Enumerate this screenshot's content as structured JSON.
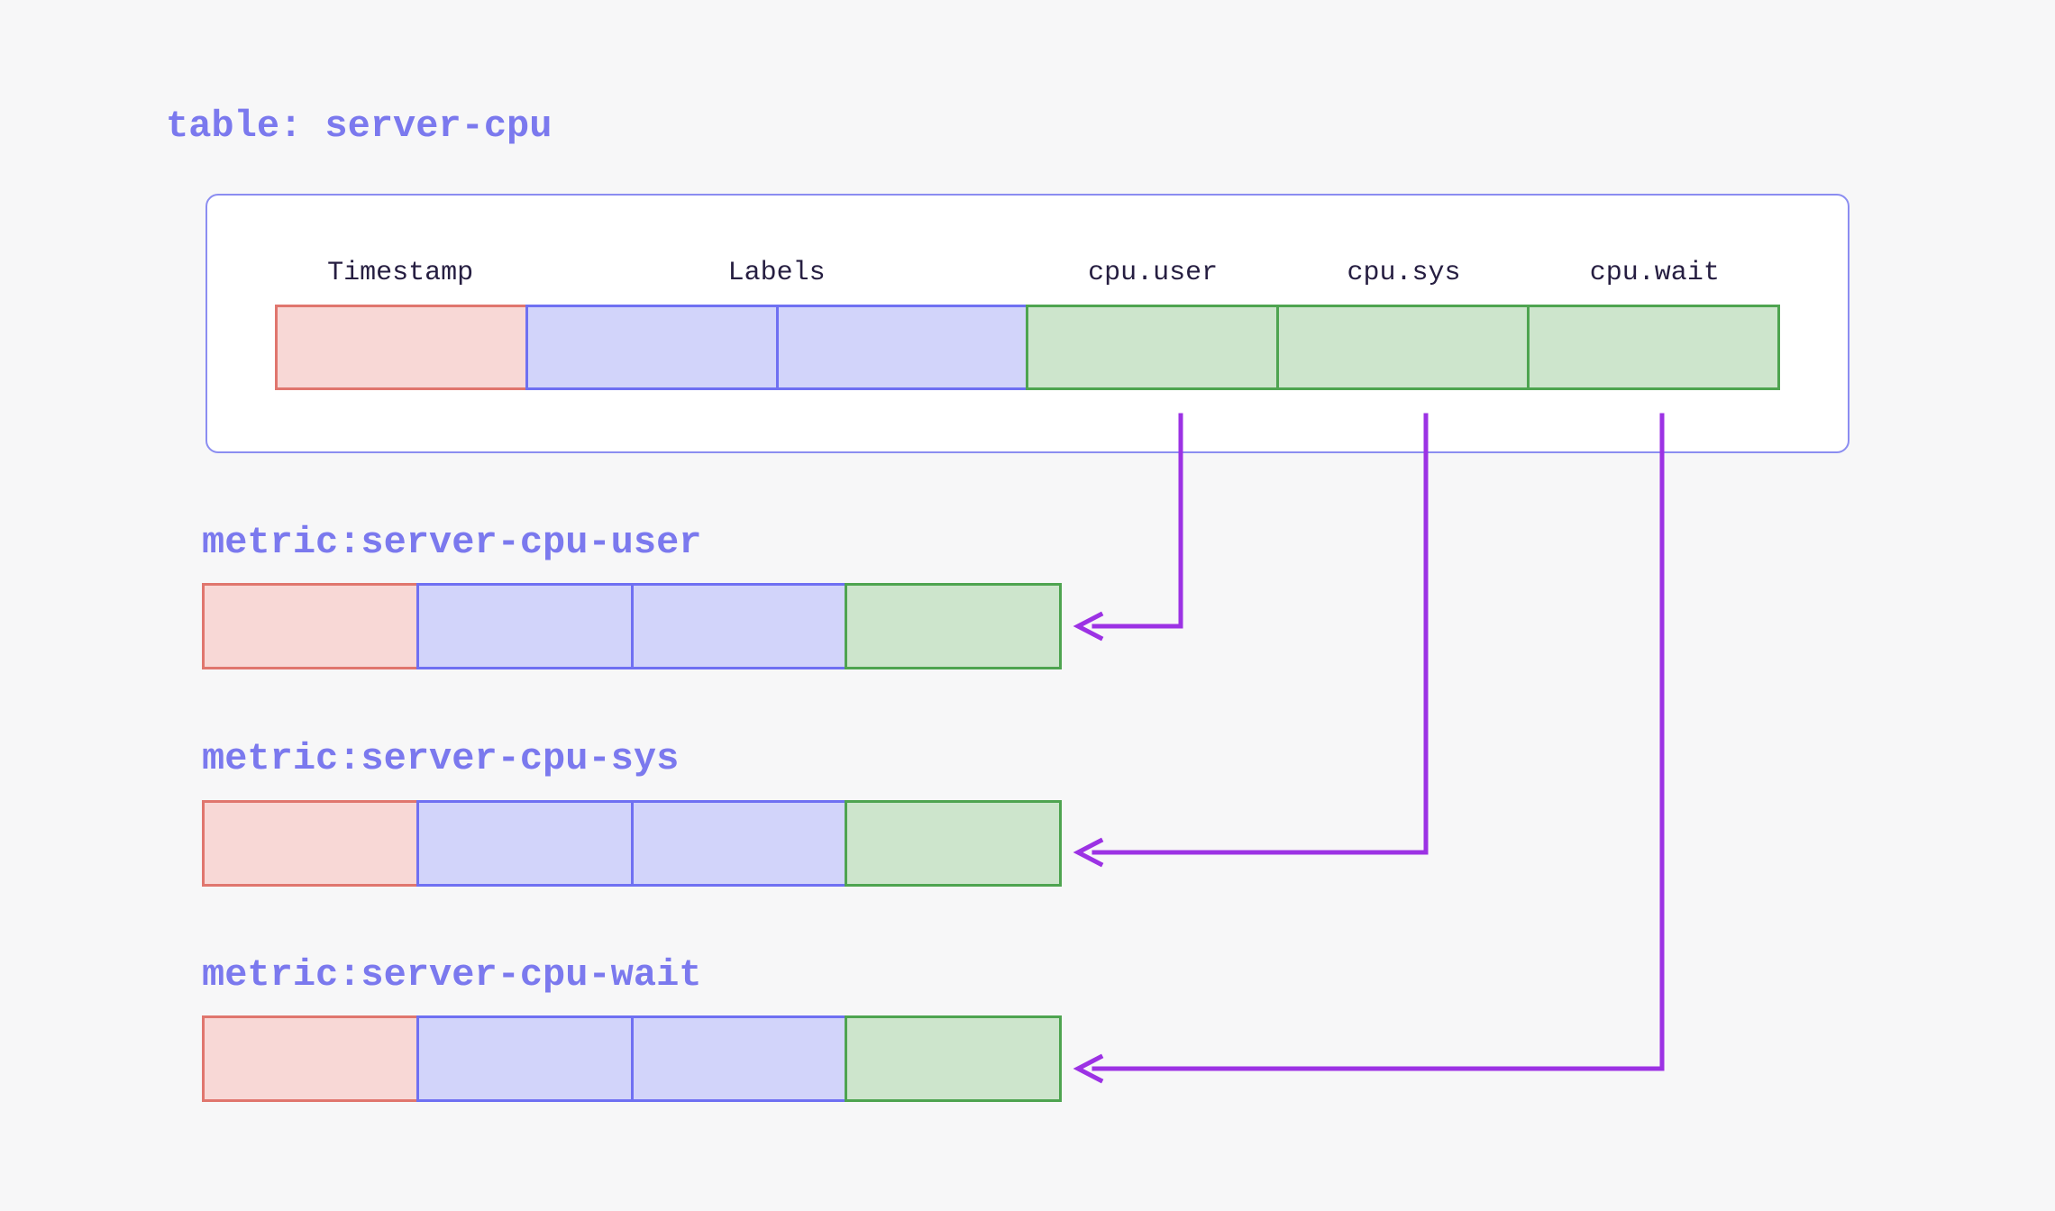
{
  "colors": {
    "page_bg": "#f7f7f8",
    "panel_bg": "#ffffff",
    "panel_border": "#8b8df1",
    "accent_text": "#7b79ee",
    "header_text": "#261e41",
    "timestamp_fill": "#f8d8d6",
    "timestamp_border": "#e0766e",
    "labels_fill": "#d2d4fa",
    "labels_border": "#6f70f2",
    "value_fill": "#cde5cc",
    "value_border": "#4ea450",
    "arrow": "#9c32e4"
  },
  "table": {
    "title": "table: server-cpu",
    "columns": [
      {
        "label": "Timestamp",
        "type": "timestamp",
        "span": 1
      },
      {
        "label": "Labels",
        "type": "labels",
        "span": 2
      },
      {
        "label": "cpu.user",
        "type": "value",
        "span": 1
      },
      {
        "label": "cpu.sys",
        "type": "value",
        "span": 1
      },
      {
        "label": "cpu.wait",
        "type": "value",
        "span": 1
      }
    ],
    "row_cells": [
      "timestamp",
      "labels",
      "labels",
      "value",
      "value",
      "value"
    ]
  },
  "metrics": [
    {
      "label": "metric:server-cpu-user",
      "from_column": "cpu.user"
    },
    {
      "label": "metric:server-cpu-sys",
      "from_column": "cpu.sys"
    },
    {
      "label": "metric:server-cpu-wait",
      "from_column": "cpu.wait"
    }
  ],
  "metric_row_cells": [
    "timestamp",
    "labels",
    "labels",
    "value"
  ]
}
